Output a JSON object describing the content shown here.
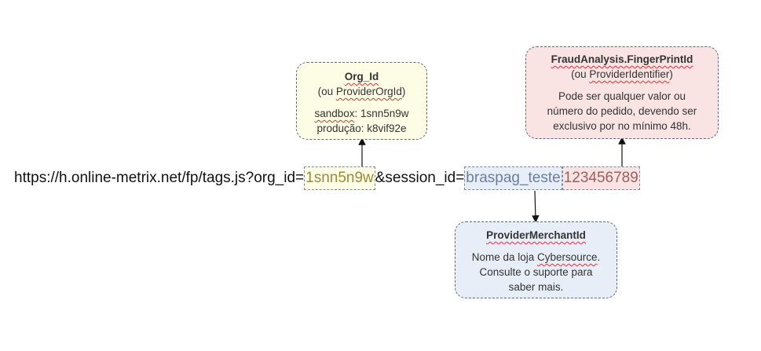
{
  "org_box": {
    "title": "Org_Id",
    "subtitle_prefix": "(ou ",
    "subtitle_term": "ProviderOrgId",
    "subtitle_suffix": ")",
    "sandbox_label": "sandbox",
    "sandbox_value": ": 1snn5n9w",
    "producao_label": "produção",
    "producao_value": ": k8vif92e"
  },
  "fp_box": {
    "title": "FraudAnalysis.FingerPrintId",
    "subtitle_prefix": "(ou ",
    "subtitle_term": "ProviderIdentifier",
    "subtitle_suffix": ")",
    "line1": "Pode ser qualquer valor ou",
    "line2": "número do pedido, devendo ser",
    "line3": "exclusivo por no mínimo 48h."
  },
  "merchant_box": {
    "title": "ProviderMerchantId",
    "line1_prefix": "Nome da loja ",
    "line1_term": "Cybersource",
    "line1_suffix": ".",
    "line2": "Consulte o suporte para",
    "line3": "saber mais."
  },
  "url": {
    "base": "https://h.online-metrix.net/fp/tags.js?org_id=",
    "org_value": "1snn5n9w",
    "session_param": "&session_id=",
    "session_value": "braspag_teste",
    "order_value": "123456789"
  },
  "colors": {
    "org_fill": "#fdfde5",
    "fp_fill": "#f9e3e3",
    "merchant_fill": "#e8eef8"
  }
}
